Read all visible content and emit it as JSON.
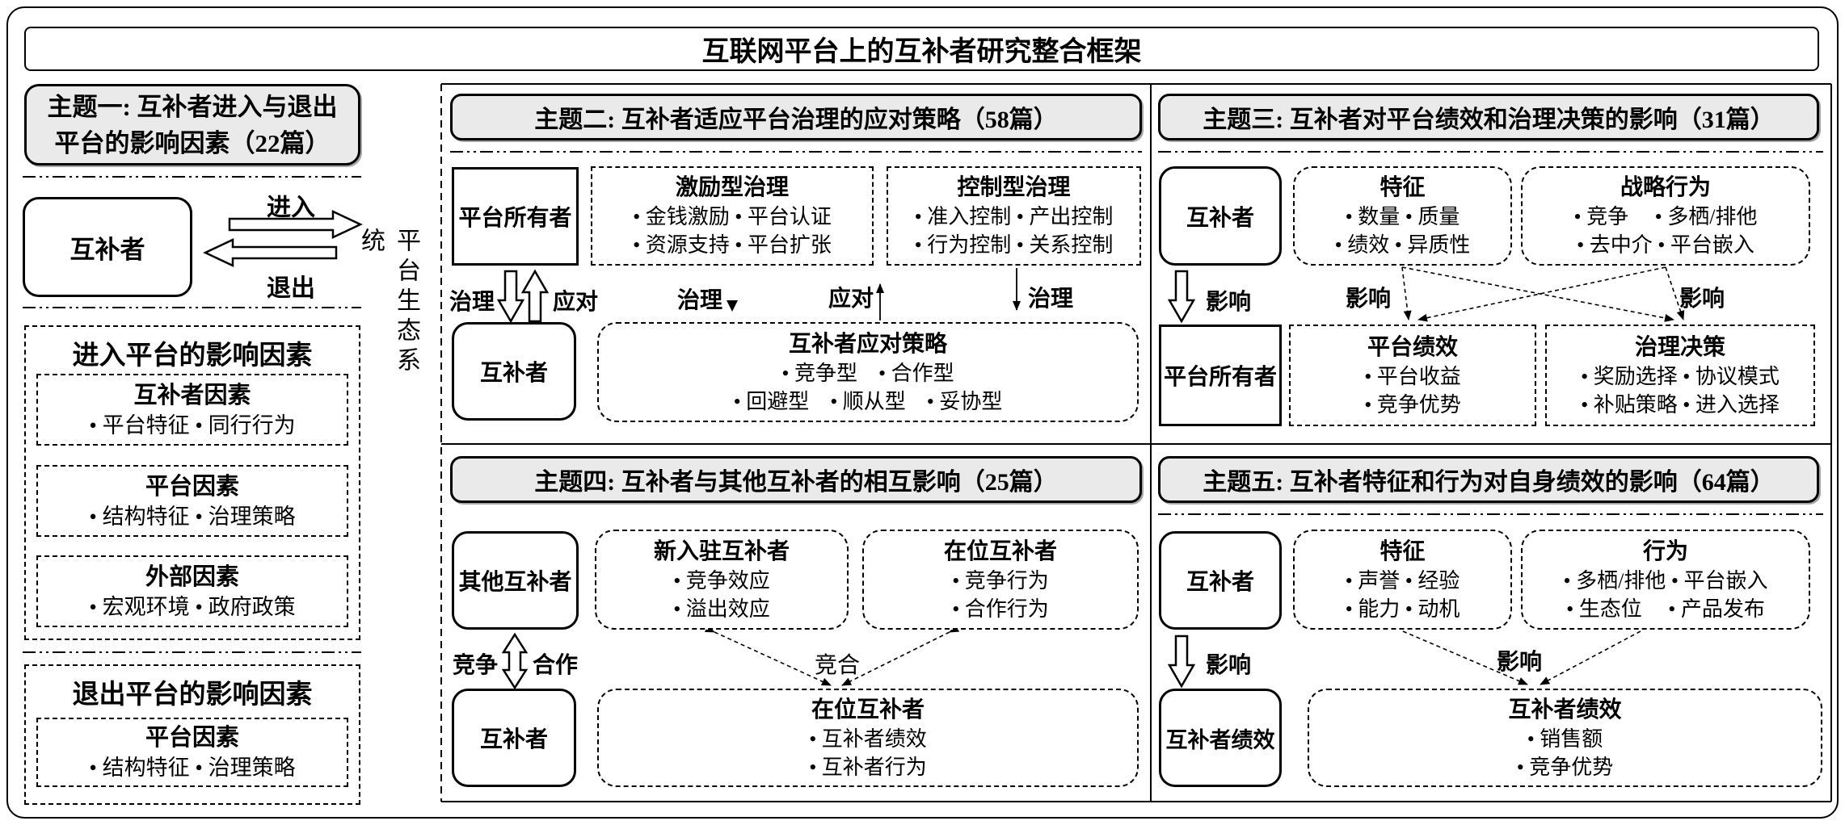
{
  "title": "互联网平台上的互补者研究整合框架",
  "ecosystem": "平台生态系统",
  "t1": {
    "h1": "主题一: 互补者进入与退出",
    "h2": "平台的影响因素（22篇）",
    "actor": "互补者",
    "enter": "进入",
    "exit": "退出",
    "enter_sec": {
      "title": "进入平台的影响因素",
      "g": [
        {
          "t": "互补者因素",
          "b": "• 平台特征 • 同行行为"
        },
        {
          "t": "平台因素",
          "b": "• 结构特征 • 治理策略"
        },
        {
          "t": "外部因素",
          "b": "• 宏观环境 • 政府政策"
        }
      ]
    },
    "exit_sec": {
      "title": "退出平台的影响因素",
      "g": [
        {
          "t": "平台因素",
          "b": "• 结构特征 • 治理策略"
        }
      ]
    }
  },
  "t2": {
    "header": "主题二: 互补者适应平台治理的应对策略（58篇）",
    "owner": "平台所有者",
    "inc": {
      "t": "激励型治理",
      "l1": "• 金钱激励 • 平台认证",
      "l2": "• 资源支持 • 平台扩张"
    },
    "ctl": {
      "t": "控制型治理",
      "l1": "• 准入控制 • 产出控制",
      "l2": "• 行为控制 • 关系控制"
    },
    "govern": "治理",
    "respond": "应对",
    "mid_govern1": "治理",
    "mid_respond": "应对",
    "mid_govern2": "治理",
    "comp": "互补者",
    "strat": {
      "t": "互补者应对策略",
      "l1": "• 竞争型　• 合作型",
      "l2": "• 回避型　• 顺从型　• 妥协型"
    }
  },
  "t3": {
    "header": "主题三: 互补者对平台绩效和治理决策的影响（31篇）",
    "comp": "互补者",
    "traits": {
      "t": "特征",
      "l1": "• 数量 • 质量",
      "l2": "• 绩效 • 异质性"
    },
    "strat": {
      "t": "战略行为",
      "l1": "• 竞争　 • 多栖/排他",
      "l2": "• 去中介 • 平台嵌入"
    },
    "impact1": "影响",
    "impact2": "影响",
    "impact3": "影响",
    "owner": "平台所有者",
    "perf": {
      "t": "平台绩效",
      "l1": "• 平台收益",
      "l2": "• 竞争优势"
    },
    "dec": {
      "t": "治理决策",
      "l1": "• 奖励选择 • 协议模式",
      "l2": "• 补贴策略 • 进入选择"
    }
  },
  "t4": {
    "header": "主题四: 互补者与其他互补者的相互影响（25篇）",
    "others": "其他互补者",
    "newc": {
      "t": "新入驻互补者",
      "l1": "• 竞争效应",
      "l2": "• 溢出效应"
    },
    "inc": {
      "t": "在位互补者",
      "l1": "• 竞争行为",
      "l2": "• 合作行为"
    },
    "compete": "竞争",
    "cooperate": "合作",
    "coopetition": "竞合",
    "comp": "互补者",
    "res": {
      "t": "在位互补者",
      "l1": "• 互补者绩效",
      "l2": "• 互补者行为"
    }
  },
  "t5": {
    "header": "主题五: 互补者特征和行为对自身绩效的影响（64篇）",
    "comp": "互补者",
    "traits": {
      "t": "特征",
      "l1": "• 声誉 • 经验",
      "l2": "• 能力 • 动机"
    },
    "beh": {
      "t": "行为",
      "l1": "• 多栖/排他 • 平台嵌入",
      "l2": "• 生态位　 • 产品发布"
    },
    "impact1": "影响",
    "impact2": "影响",
    "perf": "互补者绩效",
    "res": {
      "t": "互补者绩效",
      "l1": "• 销售额",
      "l2": "• 竞争优势"
    }
  }
}
